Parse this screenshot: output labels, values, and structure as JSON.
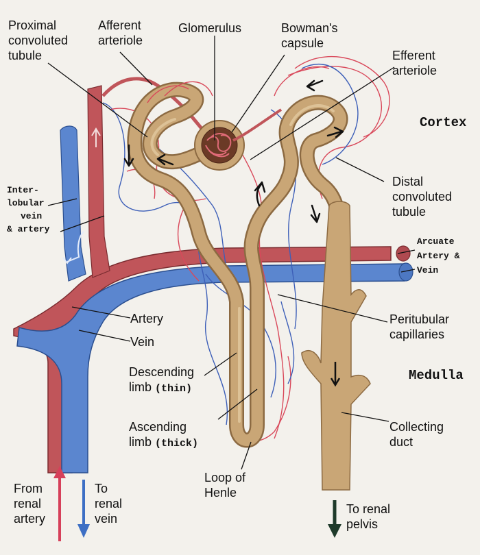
{
  "colors": {
    "artery": "#c0555a",
    "vein": "#5b86cf",
    "tubule": "#c9a676",
    "tubule_dark": "#8c6a42",
    "capillary_red": "#d9485a",
    "capillary_blue": "#3d5fb8",
    "pelvis_arrow": "#1e3a2a"
  },
  "labels": {
    "proximal": [
      "Proximal",
      "convoluted",
      "tubule"
    ],
    "afferent": [
      "Afferent",
      "arteriole"
    ],
    "glomerulus": "Glomerulus",
    "bowmans": [
      "Bowman's",
      "capsule"
    ],
    "efferent": [
      "Efferent",
      "arteriole"
    ],
    "cortex": "Cortex",
    "distal": [
      "Distal",
      "convoluted",
      "tubule"
    ],
    "interlobular": [
      "Inter-",
      "lobular",
      "vein",
      "& artery"
    ],
    "arcuate": [
      "Arcuate",
      "Artery &",
      "Vein"
    ],
    "artery": "Artery",
    "vein": "Vein",
    "peritubular": [
      "Peritubular",
      "capillaries"
    ],
    "descending": "Descending",
    "descending_limb": "limb",
    "descending_thin": "(thin)",
    "medulla": "Medulla",
    "ascending": "Ascending",
    "ascending_limb": "limb",
    "ascending_thick": "(thick)",
    "collecting": [
      "Collecting",
      "duct"
    ],
    "loop": [
      "Loop of",
      "Henle"
    ],
    "from_renal": [
      "From",
      "renal",
      "artery"
    ],
    "to_renal_vein": [
      "To",
      "renal",
      "vein"
    ],
    "to_renal_pelvis": [
      "To renal",
      "pelvis"
    ]
  }
}
